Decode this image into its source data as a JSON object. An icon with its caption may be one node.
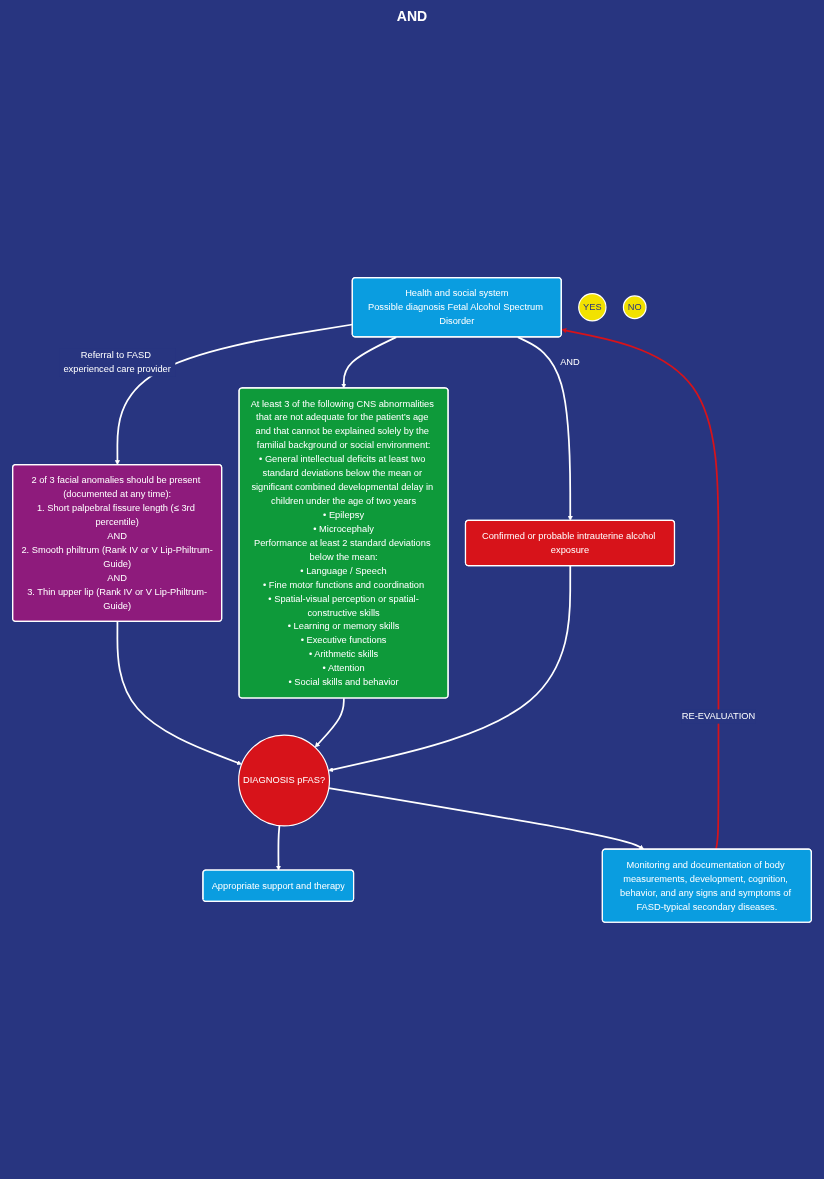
{
  "diagram": {
    "nodes": [
      {
        "text": [
          "Health and social system",
          "Possible diagnosis Fetal Alcohol Spectrum Disorder"
        ]
      },
      {
        "text": [
          "2 of 3 facial anomalies should be present (documented at any time):",
          "1. Short palpebral fissure length (≤ 3rd percentile)",
          "AND",
          "2. Smooth philtrum (Rank IV or V Lip-Philtrum-Guide)",
          "AND",
          "3. Thin upper lip (Rank IV or V Lip-Philtrum-Guide)"
        ]
      },
      {
        "text": [
          "At least 3 of the following CNS abnormalities that are not adequate for the patient’s age and that cannot be explained solely by the familial background or social environment:",
          "• General intellectual deficits at least two standard deviations below the mean or significant combined developmental delay in children under the age of two years",
          "• Epilepsy",
          "• Microcephaly",
          "Performance at least 2 standard deviations below the mean:",
          "• Language / Speech",
          "• Fine motor functions and coordination",
          "• Spatial-visual perception or spatial-constructive skills",
          "• Learning or memory skills",
          "• Executive functions",
          "• Arithmetic skills",
          "• Attention",
          "• Social skills and behavior"
        ]
      },
      {
        "text": [
          "DIAGNOSIS pFAS?"
        ]
      },
      {
        "text": [
          "Confirmed or probable intrauterine alcohol exposure"
        ]
      },
      {
        "text": [
          "YES"
        ]
      },
      {
        "text": [
          "NO"
        ]
      },
      {
        "text": [
          "Appropriate support and therapy"
        ]
      },
      {
        "text": [
          "Monitoring and documentation of body measurements, development, cognition, behavior, and any signs and symptoms of FASD-typical secondary diseases."
        ]
      }
    ],
    "edges": [
      {
        "from": 0,
        "to": 1,
        "arrow": "to",
        "label": "Referral to FASD experienced care provider"
      },
      {
        "from": 0,
        "to": 2,
        "arrow": "to"
      },
      {
        "from": 0,
        "to": 4,
        "arrow": "to",
        "label": "AND"
      },
      {
        "from": 1,
        "to": 3,
        "arrow": "to"
      },
      {
        "from": 2,
        "to": 3,
        "arrow": "to"
      },
      {
        "from": 4,
        "to": 3,
        "arrow": "to"
      },
      {
        "from": 3,
        "to": 7,
        "arrow": "to"
      },
      {
        "from": 3,
        "to": 8,
        "arrow": "to"
      },
      {
        "from": 8,
        "to": 0,
        "arrow": "to",
        "label": "RE-EVALUATION",
        "color": "#d7131a"
      }
    ],
    "labels": [
      "AND"
    ]
  }
}
